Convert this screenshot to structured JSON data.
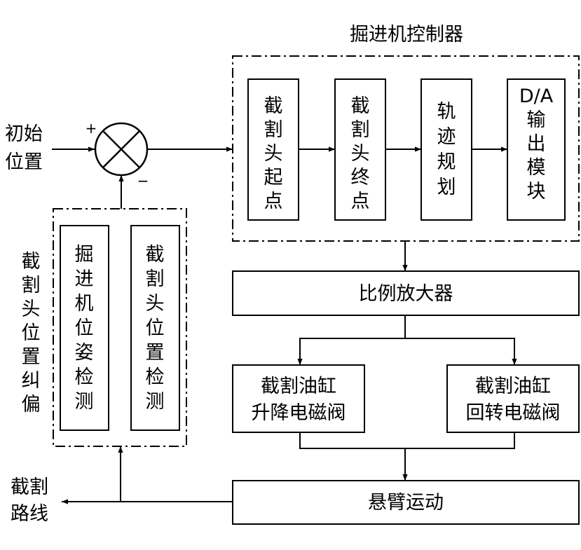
{
  "controller": {
    "title": "掘进机控制器",
    "modules": [
      {
        "lines": [
          "截",
          "割",
          "头",
          "起",
          "点"
        ]
      },
      {
        "lines": [
          "截",
          "割",
          "头",
          "终",
          "点"
        ]
      },
      {
        "lines": [
          "轨",
          "迹",
          "规",
          "划"
        ]
      },
      {
        "lines": [
          "D/A",
          "输",
          "出",
          "模",
          "块"
        ]
      }
    ]
  },
  "input": {
    "lines": [
      "初始",
      "位置"
    ]
  },
  "summing_junction": {
    "plus": "+",
    "minus": "−"
  },
  "amplifier": "比例放大器",
  "valves": {
    "lift": [
      "截割油缸",
      "升降电磁阀"
    ],
    "swing": [
      "截割油缸",
      "回转电磁阀"
    ]
  },
  "boom_motion": "悬臂运动",
  "output": {
    "lines": [
      "截割",
      "路线"
    ]
  },
  "correction": {
    "label": [
      "截",
      "割",
      "头",
      "位",
      "置",
      "纠",
      "偏"
    ],
    "modules": [
      {
        "lines": [
          "掘",
          "进",
          "机",
          "位",
          "姿",
          "检",
          "测"
        ]
      },
      {
        "lines": [
          "截",
          "割",
          "头",
          "位",
          "置",
          "检",
          "测"
        ]
      }
    ]
  }
}
